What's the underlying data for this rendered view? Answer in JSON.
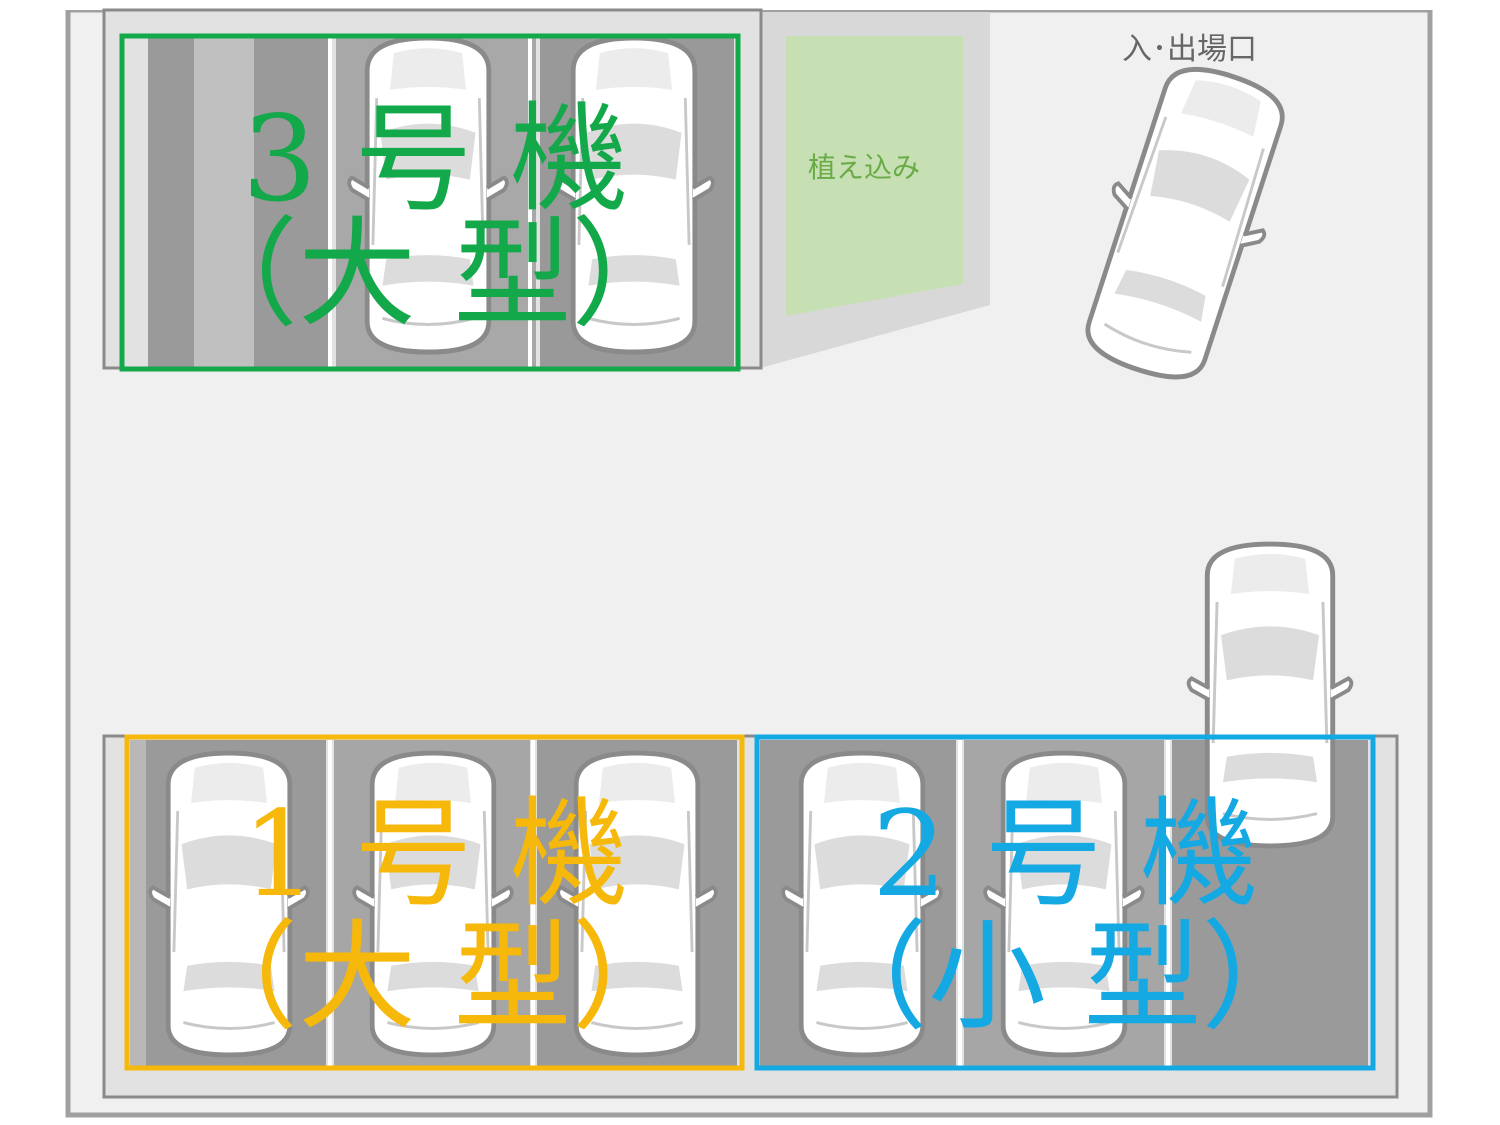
{
  "labels": {
    "entrance": "入･出場口",
    "planting": "植え込み"
  },
  "units": [
    {
      "id": "unit3",
      "line1": "3 号 機",
      "line2": "（大 型）",
      "color": "#13a84a"
    },
    {
      "id": "unit1",
      "line1": "1 号 機",
      "line2": "（大 型）",
      "color": "#f6b80a"
    },
    {
      "id": "unit2",
      "line1": "2 号 機",
      "line2": "（小 型）",
      "color": "#14a9e3"
    }
  ],
  "colors": {
    "ground": "#f0f0f0",
    "planting": "#c6e0b4",
    "planting_text": "#6aab46",
    "car_body": "#ffffff",
    "car_outline": "#8a8a8a"
  }
}
